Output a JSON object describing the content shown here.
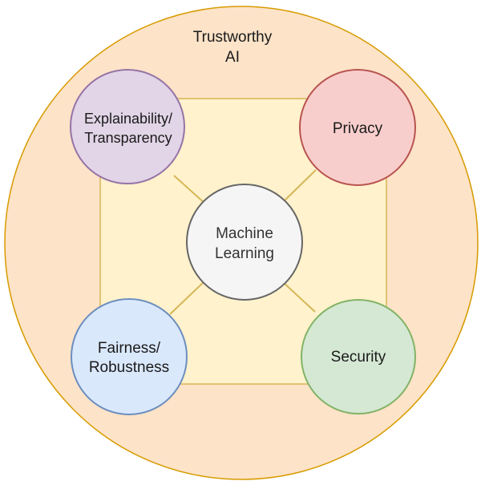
{
  "title": {
    "line1": "Trustworthy",
    "line2": "AI"
  },
  "center": {
    "line1": "Machine",
    "line2": "Learning"
  },
  "nodes": {
    "explainability": {
      "line1": "Explainability/",
      "line2": "Transparency"
    },
    "privacy": {
      "line1": "Privacy"
    },
    "fairness": {
      "line1": "Fairness/",
      "line2": "Robustness"
    },
    "security": {
      "line1": "Security"
    }
  },
  "colors": {
    "outer_fill": "#fde3c8",
    "outer_stroke": "#d79b00",
    "square_fill": "#fff2cc",
    "square_stroke": "#d6b656",
    "center_fill": "#f5f5f5",
    "center_stroke": "#666666",
    "explainability_fill": "#e1d5e7",
    "explainability_stroke": "#9673a6",
    "privacy_fill": "#f8cecc",
    "privacy_stroke": "#b85450",
    "fairness_fill": "#dae8fc",
    "fairness_stroke": "#6c8ebf",
    "security_fill": "#d5e8d4",
    "security_stroke": "#82b366"
  }
}
